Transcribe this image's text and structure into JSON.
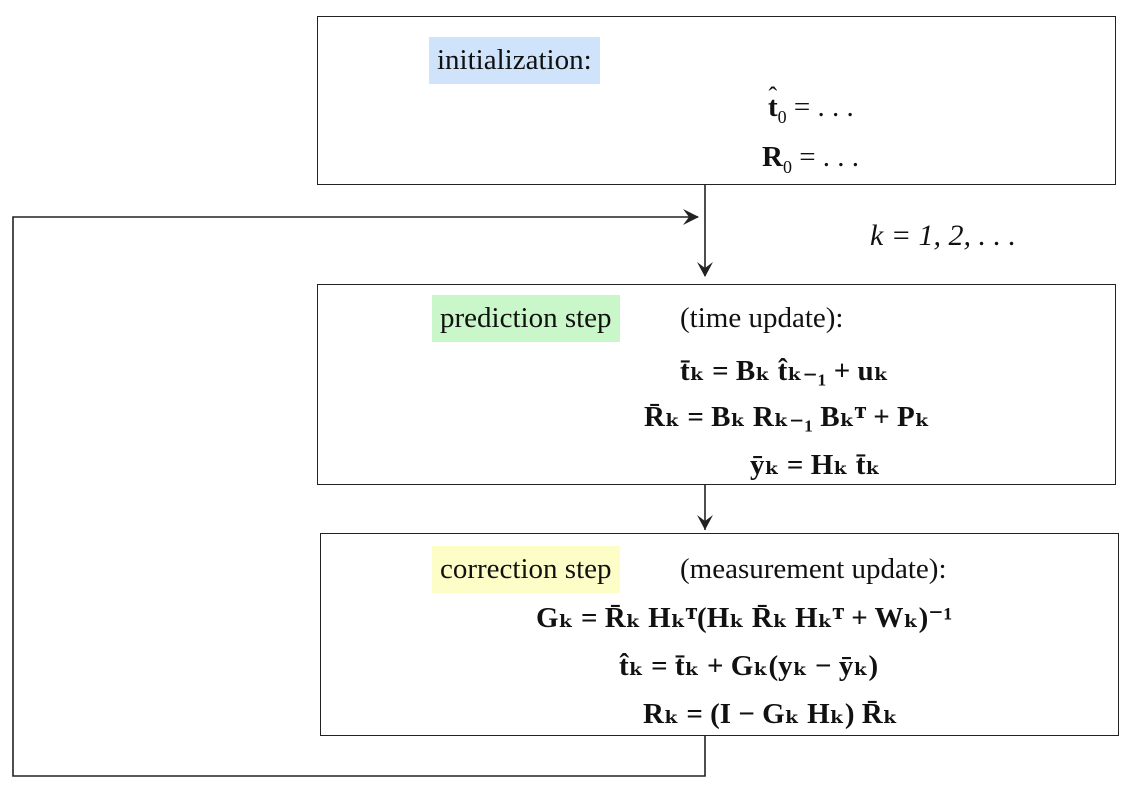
{
  "colors": {
    "init_highlight": "#cfe3fb",
    "predict_highlight": "#c9f7c9",
    "correct_highlight": "#fdfdc8",
    "stroke": "#222222"
  },
  "init": {
    "label": "initialization:",
    "eq1_lhs": "t",
    "eq1_sub": "0",
    "eq1_rhs": "= . . .",
    "eq2_lhs": "R",
    "eq2_sub": "0",
    "eq2_rhs": "= . . ."
  },
  "loop_label": "k = 1, 2, . . .",
  "predict": {
    "label": "prediction step",
    "suffix": "(time update):",
    "eq1": "t̄ₖ = Bₖ t̂ₖ₋₁ + uₖ",
    "eq2": "R̄ₖ = Bₖ Rₖ₋₁ Bₖᵀ + Pₖ",
    "eq3": "ȳₖ = Hₖ t̄ₖ"
  },
  "correct": {
    "label": "correction step",
    "suffix": "(measurement update):",
    "eq1": "Gₖ = R̄ₖ Hₖᵀ(Hₖ R̄ₖ Hₖᵀ + Wₖ)⁻¹",
    "eq2": "t̂ₖ = t̄ₖ + Gₖ(yₖ − ȳₖ)",
    "eq3": "Rₖ = (I − Gₖ Hₖ) R̄ₖ"
  }
}
